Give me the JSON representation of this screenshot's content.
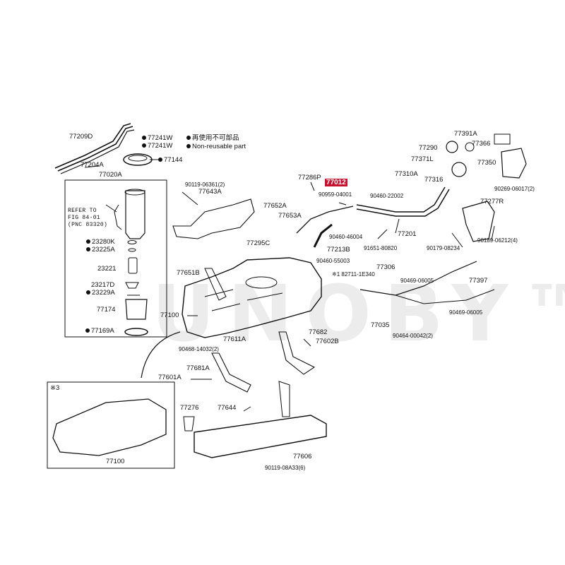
{
  "legend": {
    "non_reusable_jp": "再使用不可部品",
    "non_reusable_en": "Non-reusable part"
  },
  "refer": {
    "line1": "REFER TO",
    "line2": "FIG 84-01",
    "line3": "(PNC 83320)"
  },
  "insets": {
    "mark3": "※3",
    "tank_label": "77100"
  },
  "watermark": "UNOBY™",
  "highlight_color": "#c8102e",
  "parts": {
    "p77209D": "77209D",
    "p77241W_a": "77241W",
    "p77241W_b": "77241W",
    "p77204A": "77204A",
    "p77144": "77144",
    "p77020A": "77020A",
    "p90119_06361": "90119-06361(2)",
    "p77643A": "77643A",
    "p23280K": "23280K",
    "p23225A": "23225A",
    "p23221": "23221",
    "p23217D": "23217D",
    "p23229A": "23229A",
    "p77174": "77174",
    "p77169A": "77169A",
    "p77286P": "77286P",
    "p77012": "77012",
    "p90959_04001": "90959-04001",
    "p90460_22002": "90460-22002",
    "p77652A": "77652A",
    "p77653A": "77653A",
    "p77295C": "77295C",
    "p90460_46004": "90460-46004",
    "p77213B": "77213B",
    "p90460_55003": "90460-55003",
    "p77201": "77201",
    "p91651_80820": "91651-80820",
    "p90179_08234": "90179-08234",
    "p77391A": "77391A",
    "p77290": "77290",
    "p77366": "77366",
    "p77371L": "77371L",
    "p77350": "77350",
    "p77310A": "77310A",
    "p77316": "77316",
    "p90269_06017": "90269-06017(2)",
    "p77277R": "77277R",
    "p90189_06212": "90189-06212(4)",
    "p77651B": "77651B",
    "p82711_1E340": "※1 82711-1E340",
    "p77306": "77306",
    "p90469_06005_a": "90469-06005",
    "p90469_06005_b": "90469-06005",
    "p77397": "77397",
    "p77035": "77035",
    "p90464_00042": "90464-00042(2)",
    "p77100": "77100",
    "p77682": "77682",
    "p77602B": "77602B",
    "p77611A": "77611A",
    "p90468_14032": "90468-14032(2)",
    "p77681A": "77681A",
    "p77601A": "77601A",
    "p77276": "77276",
    "p77644": "77644",
    "p77606": "77606",
    "p90119_08A33": "90119-08A33(6)"
  }
}
